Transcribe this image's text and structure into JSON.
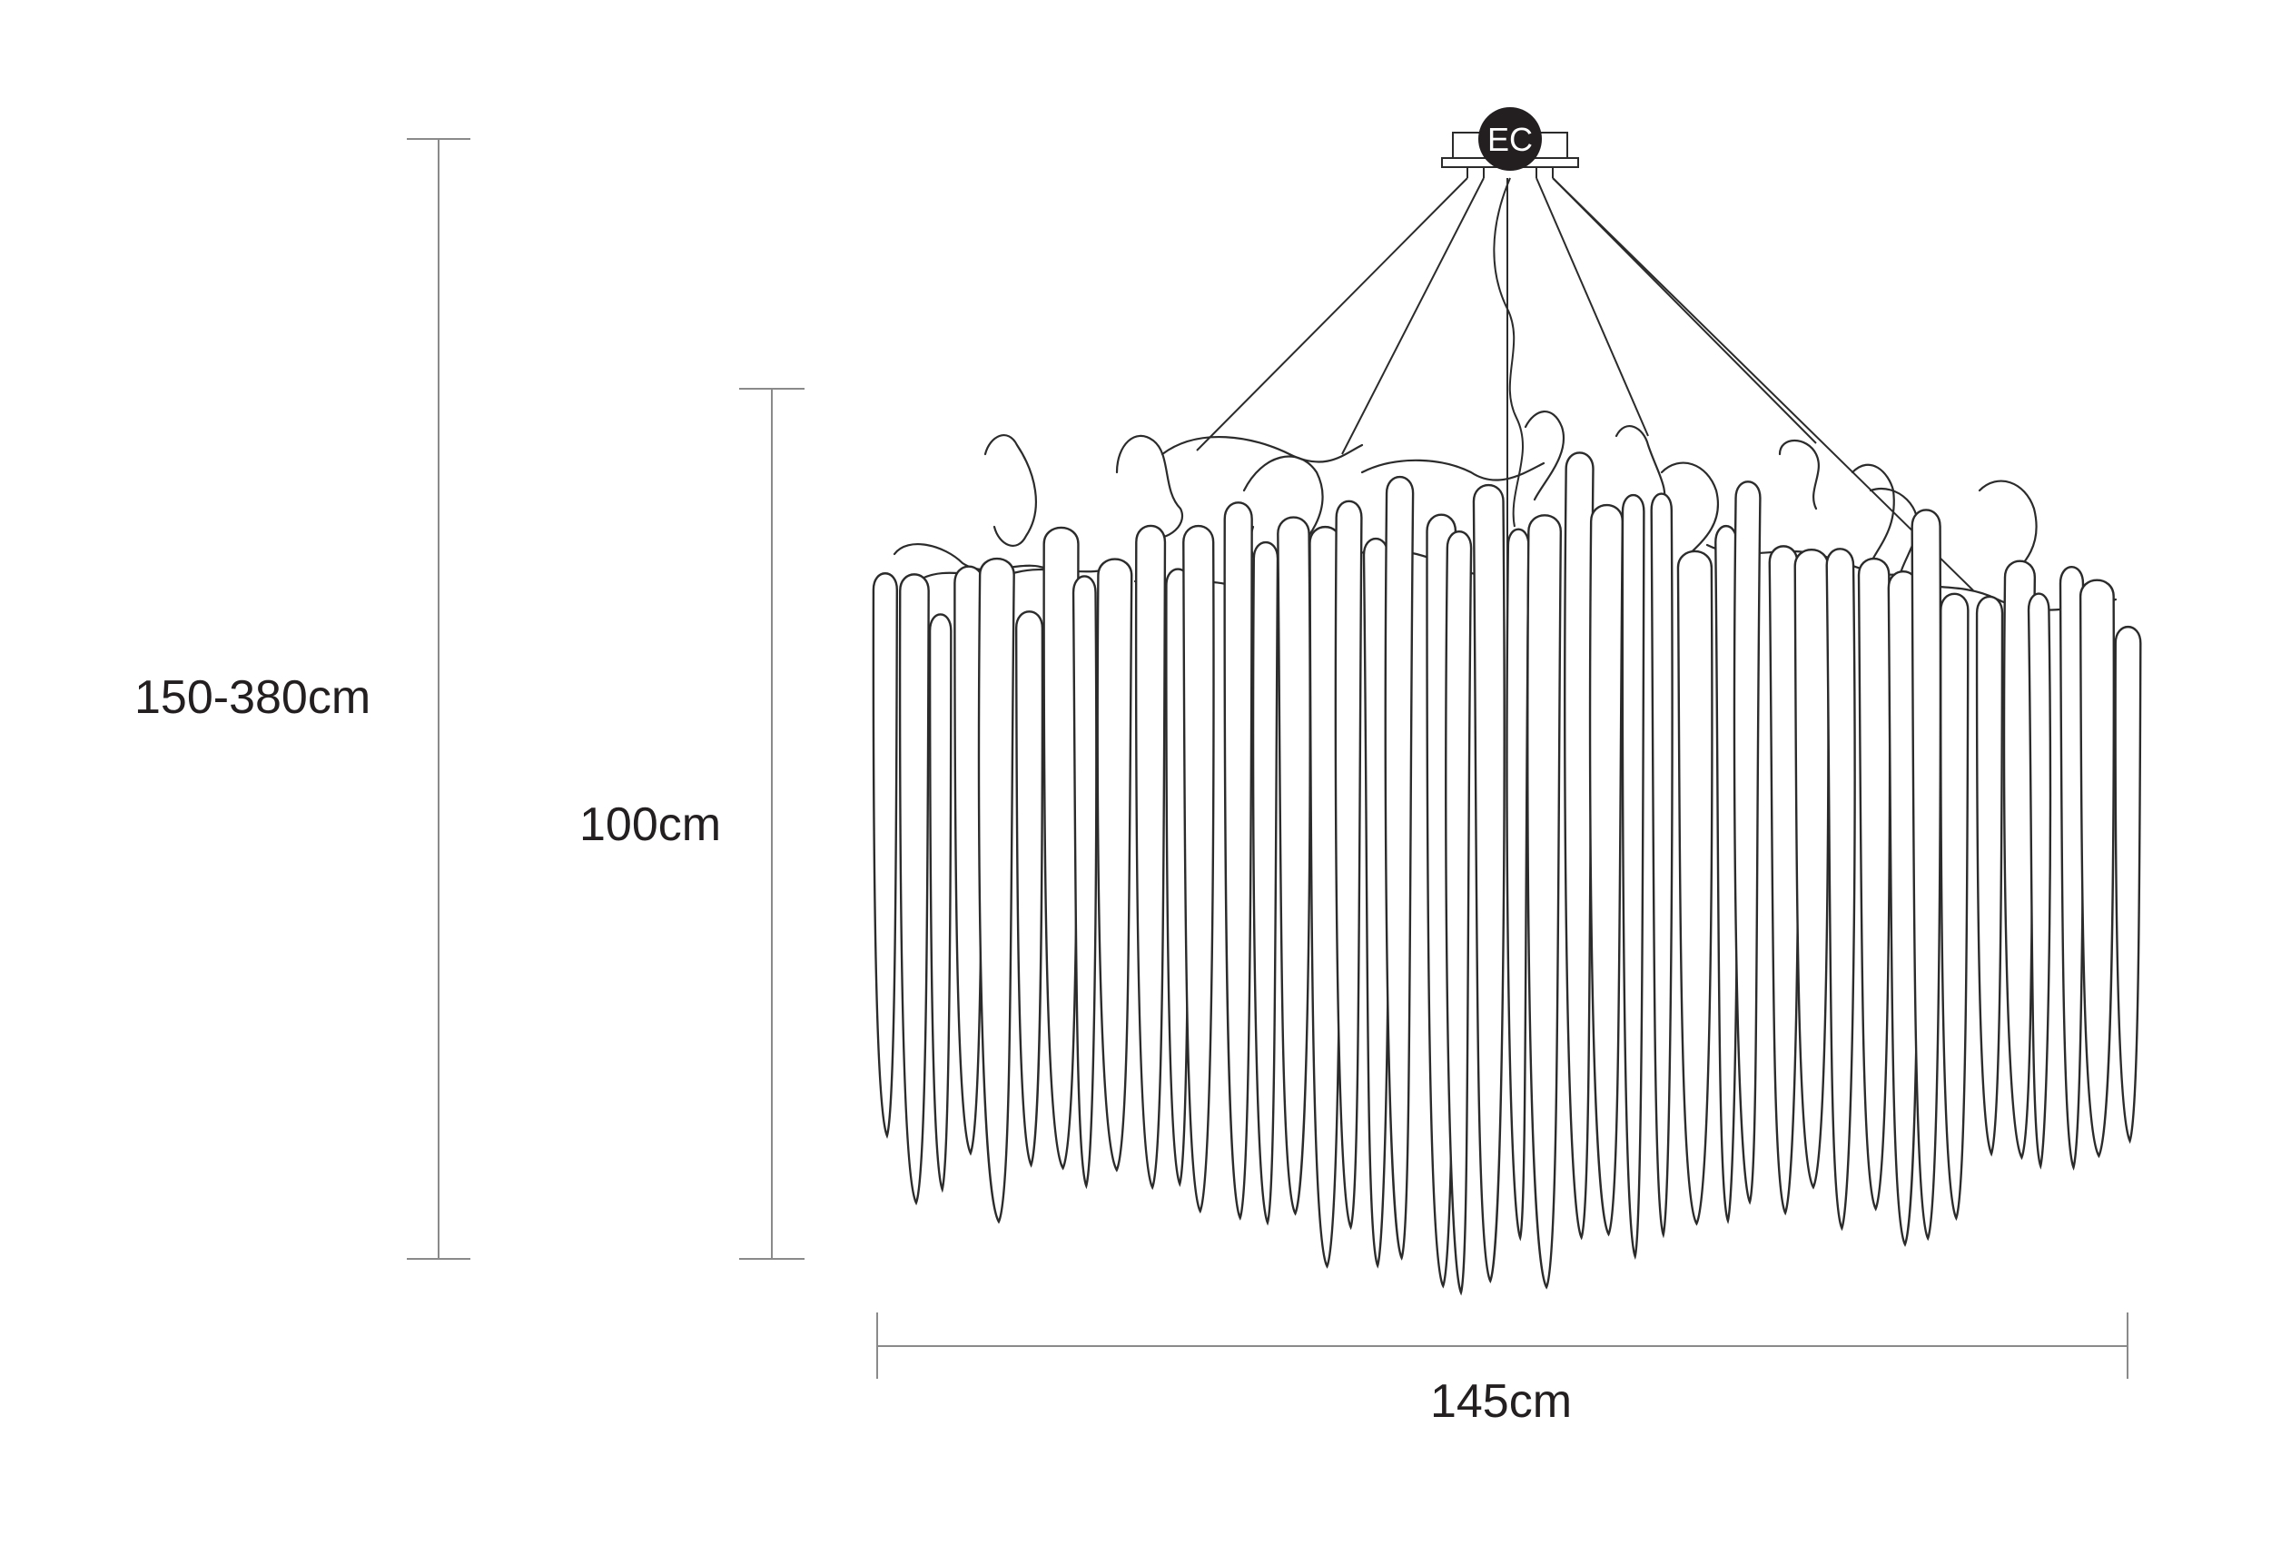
{
  "dimensions": {
    "total_height": "150-380cm",
    "body_height": "100cm",
    "width": "145cm"
  },
  "badge": {
    "text": "EC"
  },
  "colors": {
    "ink": "#231f20",
    "dimension_line": "#8a8a8a",
    "badge_fill": "#231f20",
    "background": "#ffffff"
  }
}
